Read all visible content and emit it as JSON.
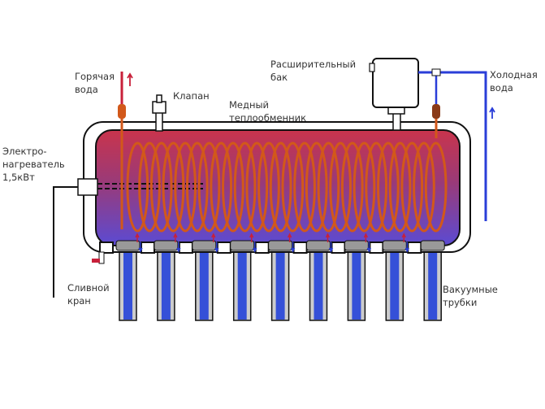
{
  "labels": {
    "hot_water": [
      "Горячая",
      "вода"
    ],
    "valve": "Клапан",
    "copper_exchanger": [
      "Медный",
      "теплообменник"
    ],
    "expansion_tank": [
      "Расширительный",
      "бак"
    ],
    "cold_water": [
      "Холодная",
      "вода"
    ],
    "heater": [
      "Электро-",
      "нагреватель",
      "1,5кВт"
    ],
    "drain_tap": [
      "Сливной",
      "кран"
    ],
    "vacuum_tubes": [
      "Вакуумные",
      "трубки"
    ]
  },
  "tube_count": 9,
  "coil_turns": 26,
  "colors": {
    "hot": "#c8203a",
    "cold": "#2a3ed8",
    "copper": "#d2581a",
    "tank_top": "#c9344c",
    "tank_bottom": "#5b4bd3",
    "tube_blue": "#3550d8"
  }
}
